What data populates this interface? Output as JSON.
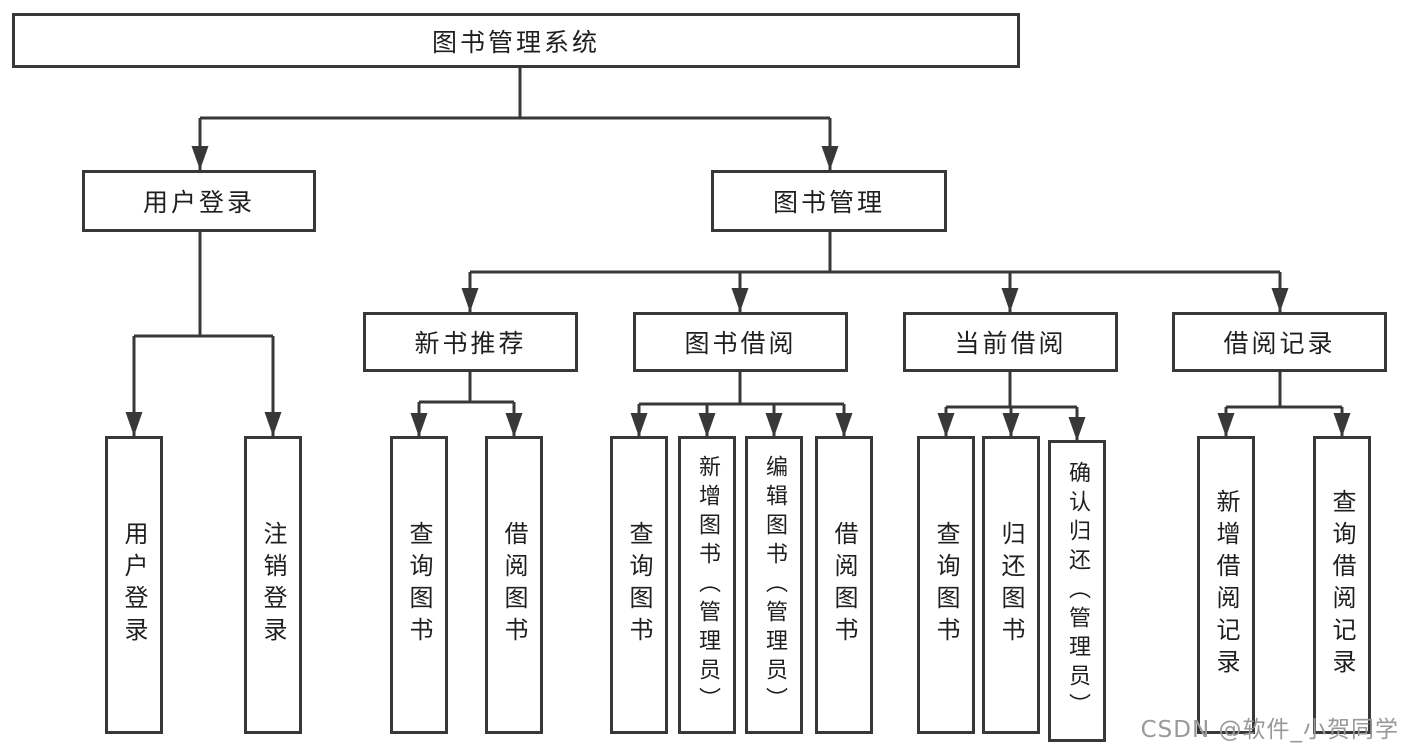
{
  "diagram": {
    "root": {
      "label": "图书管理系统"
    },
    "level2": {
      "user": {
        "label": "用户登录",
        "children": [
          "用户登录",
          "注销登录"
        ]
      },
      "books": {
        "label": "图书管理"
      }
    },
    "level3": {
      "recommend": {
        "label": "新书推荐",
        "children": [
          "查询图书",
          "借阅图书"
        ]
      },
      "borrow": {
        "label": "图书借阅",
        "children": [
          "查询图书",
          "新增图书（管理员）",
          "编辑图书（管理员）",
          "借阅图书"
        ]
      },
      "current": {
        "label": "当前借阅",
        "children": [
          "查询图书",
          "归还图书",
          "确认归还（管理员）"
        ]
      },
      "records": {
        "label": "借阅记录",
        "children": [
          "新增借阅记录",
          "查询借阅记录"
        ]
      }
    }
  },
  "watermark": "CSDN @软件_小贺同学",
  "colors": {
    "line": "#383838",
    "text": "#1f1f1f",
    "background": "#ffffff",
    "watermark": "#999999"
  }
}
